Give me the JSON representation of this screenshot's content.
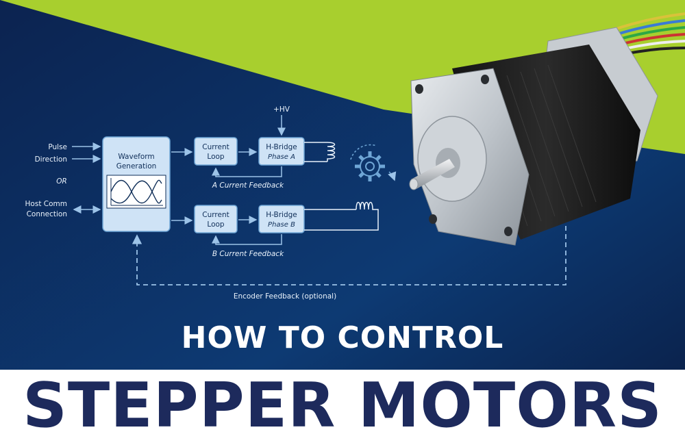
{
  "colors": {
    "navy_dark": "#0b1c3f",
    "navy_mid": "#0d3a73",
    "lime": "#a8cf2e",
    "box_fill": "#cfe3f6",
    "box_stroke": "#6fa6d6",
    "line": "#9cc3e8",
    "headline": "#ffffff",
    "banner_text": "#1d2a5c"
  },
  "diagram": {
    "inputs": {
      "pulse": "Pulse",
      "direction": "Direction",
      "or": "OR",
      "host_comm_line1": "Host Comm",
      "host_comm_line2": "Connection"
    },
    "waveform_block": {
      "line1": "Waveform",
      "line2": "Generation"
    },
    "current_loop_a": {
      "line1": "Current",
      "line2": "Loop"
    },
    "current_loop_b": {
      "line1": "Current",
      "line2": "Loop"
    },
    "hbridge_a": {
      "title": "H-Bridge",
      "phase": "Phase A"
    },
    "hbridge_b": {
      "title": "H-Bridge",
      "phase": "Phase B"
    },
    "supply": "+HV",
    "feedback_a": "A Current Feedback",
    "feedback_b": "B Current Feedback",
    "encoder_feedback": "Encoder Feedback (optional)",
    "icons": [
      "gear-icon",
      "sine-wave-icon",
      "coil-icon",
      "stepper-motor-illustration"
    ]
  },
  "headline": {
    "line1": "HOW TO CONTROL",
    "line2": "STEPPER MOTORS"
  }
}
